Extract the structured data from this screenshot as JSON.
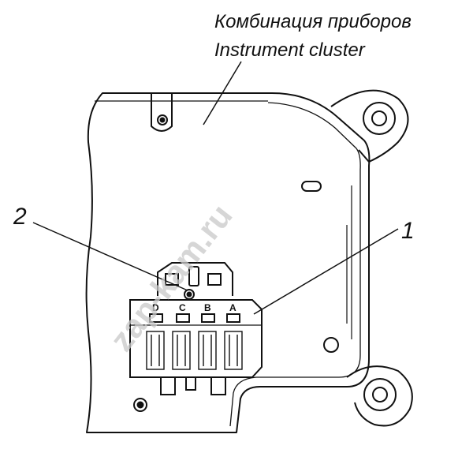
{
  "caption": {
    "line_ru": "Комбинация приборов",
    "line_en": "Instrument cluster"
  },
  "callouts": [
    {
      "id": "1",
      "label": "1"
    },
    {
      "id": "2",
      "label": "2"
    }
  ],
  "connector_pins": [
    "D",
    "C",
    "B",
    "A"
  ],
  "watermark": "zap-kam.ru",
  "colors": {
    "line": "#111111",
    "watermark": "#c9c9c9",
    "background": "#ffffff"
  }
}
